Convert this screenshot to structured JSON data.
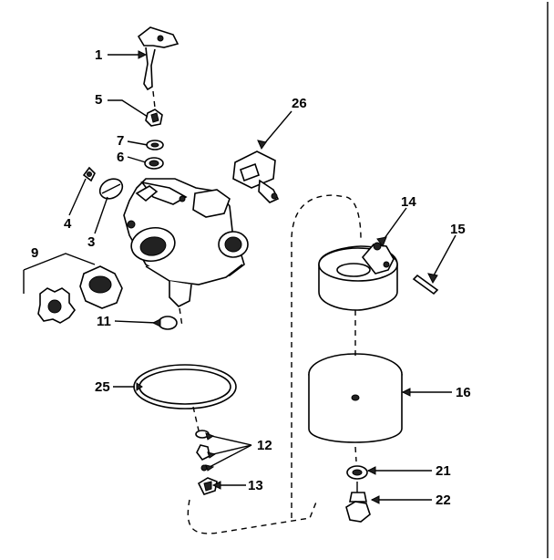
{
  "labels": {
    "p1": "1",
    "p3": "3",
    "p4": "4",
    "p5": "5",
    "p6": "6",
    "p7": "7",
    "p9": "9",
    "p11": "11",
    "p12": "12",
    "p13": "13",
    "p14": "14",
    "p15": "15",
    "p16": "16",
    "p21": "21",
    "p22": "22",
    "p25": "25",
    "p26": "26"
  }
}
